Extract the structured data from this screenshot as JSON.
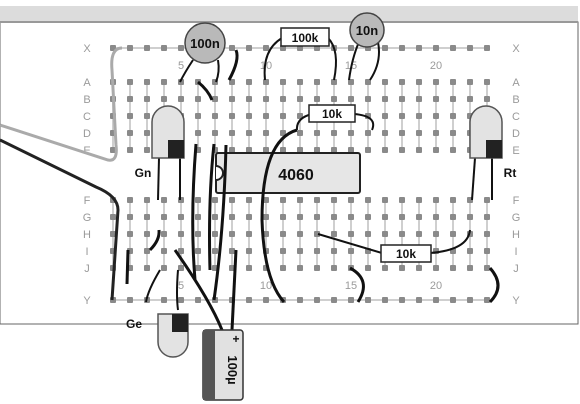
{
  "breadboard": {
    "row_labels_left": [
      "X",
      "A",
      "B",
      "C",
      "D",
      "E",
      "F",
      "G",
      "H",
      "I",
      "J",
      "Y"
    ],
    "row_labels_right": [
      "X",
      "A",
      "B",
      "C",
      "D",
      "E",
      "F",
      "G",
      "H",
      "I",
      "J",
      "Y"
    ],
    "column_numbers_top": [
      "5",
      "10",
      "15",
      "20"
    ],
    "column_numbers_bottom": [
      "5",
      "10",
      "15",
      "20"
    ]
  },
  "components": {
    "ic": {
      "label": "4060"
    },
    "capacitor_100n": {
      "label": "100n"
    },
    "capacitor_10n": {
      "label": "10n"
    },
    "resistor_top": {
      "label": "100k"
    },
    "resistor_mid": {
      "label": "10k"
    },
    "resistor_low": {
      "label": "10k"
    },
    "electrolytic": {
      "label": "100µ",
      "polarity": "+"
    },
    "led_green": {
      "label": "Gn"
    },
    "led_red": {
      "label": "Rt"
    },
    "led_yellow": {
      "label": "Ge"
    }
  }
}
